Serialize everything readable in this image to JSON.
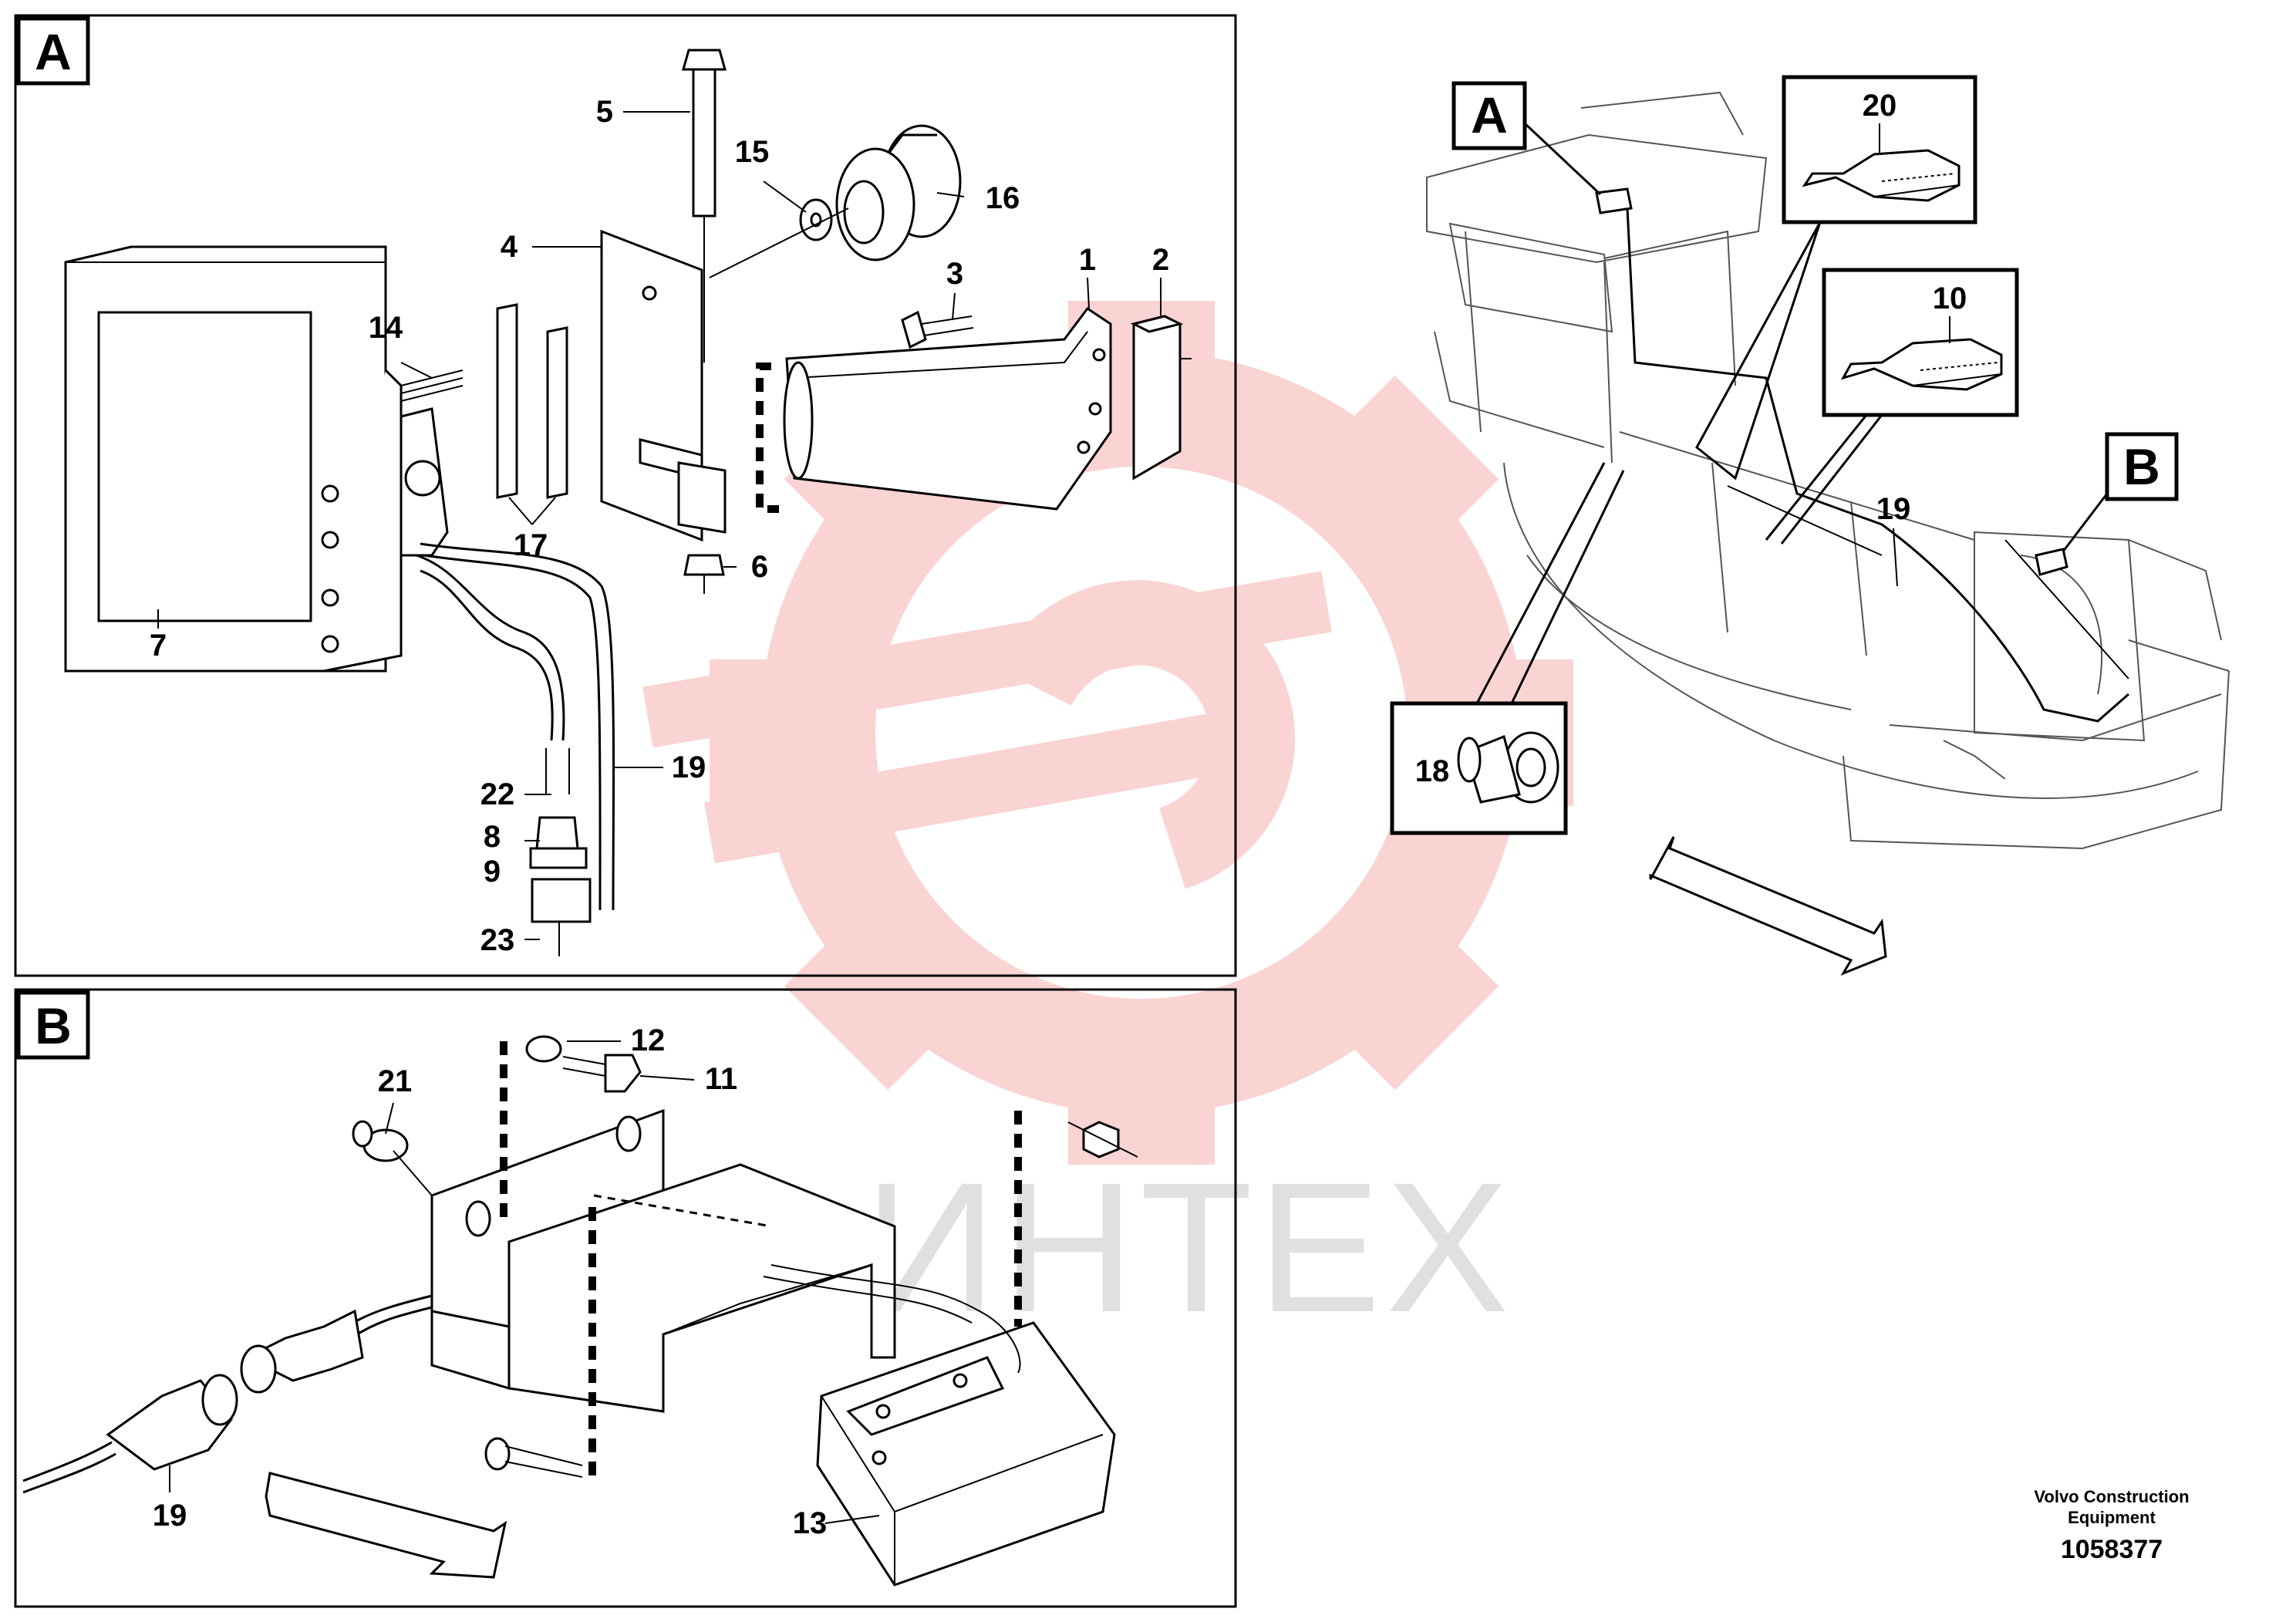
{
  "panels": {
    "a": {
      "letter": "A"
    },
    "b": {
      "letter": "B"
    }
  },
  "overview": {
    "callout_a": "A",
    "callout_b": "B"
  },
  "labels": {
    "p1": "1",
    "p2": "2",
    "p3": "3",
    "p4": "4",
    "p5": "5",
    "p6": "6",
    "p7": "7",
    "p8": "8",
    "p9": "9",
    "p10": "10",
    "p11": "11",
    "p12": "12",
    "p13": "13",
    "p14": "14",
    "p15": "15",
    "p16": "16",
    "p17": "17",
    "p18": "18",
    "p19a": "19",
    "p19b": "19",
    "p19c": "19",
    "p20": "20",
    "p21": "21",
    "p22": "22",
    "p23": "23"
  },
  "footer": {
    "brand_line1": "Volvo Construction",
    "brand_line2": "Equipment",
    "drawing_number": "1058377"
  },
  "watermark": {
    "text": "ИНТЕХ",
    "color": "#f5a0a0"
  },
  "colors": {
    "line": "#000000",
    "background": "#ffffff",
    "watermark_gear": "#f5a0a0",
    "watermark_text": "#c8c8c8"
  }
}
